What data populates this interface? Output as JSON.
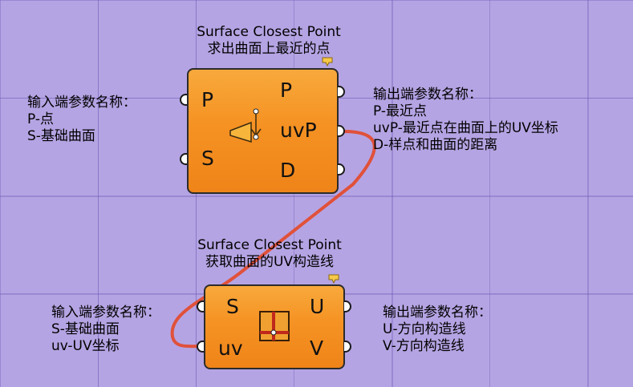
{
  "components": [
    {
      "title_en": "Surface Closest Point",
      "title_cn": "求出曲面上最近的点",
      "inputs": [
        "P",
        "S"
      ],
      "outputs": [
        "P",
        "uvP",
        "D"
      ],
      "icon": "surface-closest-point-icon",
      "input_note": {
        "heading": "输入端参数名称：",
        "lines": [
          "P-点",
          "S-基础曲面"
        ]
      },
      "output_note": {
        "heading": "输出端参数名称：",
        "lines": [
          "P-最近点",
          "uvP-最近点在曲面上的UV坐标",
          "D-样点和曲面的距离"
        ]
      }
    },
    {
      "title_en": "Surface Closest Point",
      "title_cn": "获取曲面的UV构造线",
      "inputs": [
        "S",
        "uv"
      ],
      "outputs": [
        "U",
        "V"
      ],
      "icon": "isocurve-icon",
      "input_note": {
        "heading": "输入端参数名称：",
        "lines": [
          "S-基础曲面",
          "uv-UV坐标"
        ]
      },
      "output_note": {
        "heading": "输出端参数名称：",
        "lines": [
          "U-方向构造线",
          "V-方向构造线"
        ]
      }
    }
  ],
  "colors": {
    "canvas": "#b5a4e3",
    "component": "#f59223",
    "wire": "#e0513a",
    "marker": "#f7c948"
  }
}
